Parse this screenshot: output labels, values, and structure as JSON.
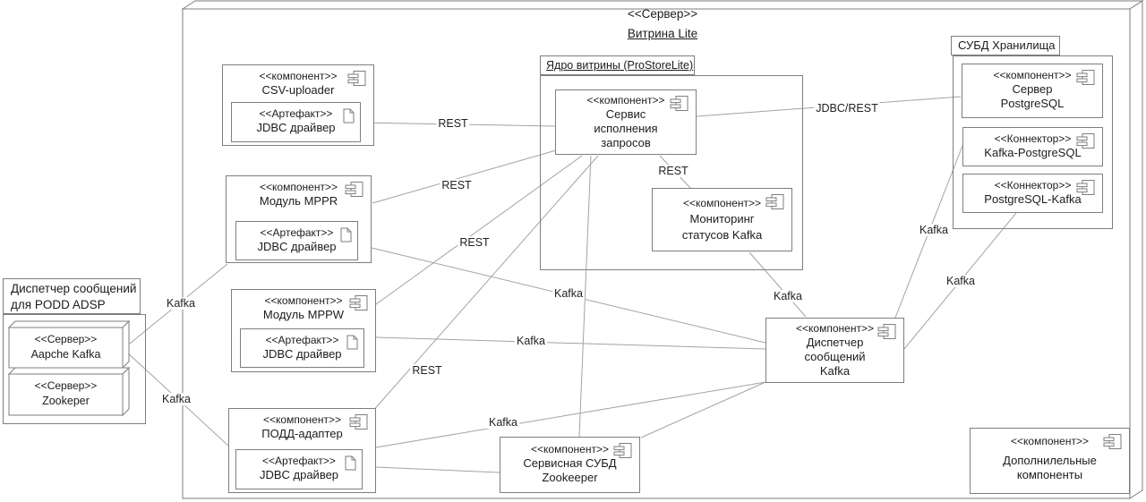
{
  "server": {
    "stereotype": "<<Сервер>>",
    "name": "Витрина Lite"
  },
  "left_group": {
    "title_lines": [
      "Диспетчер сообщений",
      "для PODD ADSP"
    ],
    "kafka_server": {
      "stereotype": "<<Сервер>>",
      "name": "Aapche Kafka"
    },
    "zookeeper_server": {
      "stereotype": "<<Сервер>>",
      "name": "Zookeper"
    }
  },
  "core_package": {
    "title": "Ядро витрины (ProStoreLite)"
  },
  "storage_package": {
    "title": "СУБД Хранилища"
  },
  "components": {
    "csv": {
      "stereotype": "<<компонент>>",
      "name": "CSV-uploader",
      "artifact": {
        "stereotype": "<<Артефакт>>",
        "name": "JDBC драйвер"
      }
    },
    "mppr": {
      "stereotype": "<<компонент>>",
      "name": "Модуль MPPR",
      "artifact": {
        "stereotype": "<<Артефакт>>",
        "name": "JDBC драйвер"
      }
    },
    "mppw": {
      "stereotype": "<<компонент>>",
      "name": "Модуль MPPW",
      "artifact": {
        "stereotype": "<<Артефакт>>",
        "name": "JDBC драйвер"
      }
    },
    "podd": {
      "stereotype": "<<компонент>>",
      "name": "ПОДД-адаптер",
      "artifact": {
        "stereotype": "<<Артефакт>>",
        "name": "JDBC драйвер"
      }
    },
    "exec_service": {
      "stereotype": "<<компонент>>",
      "name_lines": [
        "Сервис",
        "исполнения",
        "запросов"
      ]
    },
    "kafka_monitoring": {
      "stereotype": "<<компонент>>",
      "name_lines": [
        "Мониторинг",
        "статусов Kafka"
      ]
    },
    "pg_server": {
      "stereotype": "<<компонент>>",
      "name_lines": [
        "Сервер",
        "PostgreSQL"
      ]
    },
    "kafka_pg_connector": {
      "stereotype": "<<Коннектор>>",
      "name": "Kafka-PostgreSQL"
    },
    "pg_kafka_connector": {
      "stereotype": "<<Коннектор>>",
      "name": "PostgreSQL-Kafka"
    },
    "kafka_dispatcher": {
      "stereotype": "<<компонент>>",
      "name_lines": [
        "Диспетчер",
        "сообщений",
        "Kafka"
      ]
    },
    "service_db": {
      "stereotype": "<<компонент>>",
      "name_lines": [
        "Сервисная СУБД",
        "Zookeeper"
      ]
    },
    "additional": {
      "stereotype": "<<компонент>>",
      "name_lines": [
        "Дополнилельные",
        "компоненты"
      ]
    }
  },
  "edge_labels": [
    {
      "id": "rest-csv-exec",
      "text": "REST"
    },
    {
      "id": "rest-mppr-exec",
      "text": "REST"
    },
    {
      "id": "rest-mppw-exec",
      "text": "REST"
    },
    {
      "id": "rest-podd-exec",
      "text": "REST"
    },
    {
      "id": "jdbc-rest-exec-pg",
      "text": "JDBC/REST"
    },
    {
      "id": "rest-exec-monitoring",
      "text": "REST"
    },
    {
      "id": "kafka-mppr-dispatcher",
      "text": "Kafka"
    },
    {
      "id": "kafka-mppw-dispatcher",
      "text": "Kafka"
    },
    {
      "id": "kafka-podd-dispatcher",
      "text": "Kafka"
    },
    {
      "id": "kafka-monitoring-dispatcher",
      "text": "Kafka"
    },
    {
      "id": "kafka-kafkapg-dispatcher",
      "text": "Kafka"
    },
    {
      "id": "kafka-pgkafka-dispatcher",
      "text": "Kafka"
    },
    {
      "id": "kafka-apache-mppr",
      "text": "Kafka"
    },
    {
      "id": "kafka-apache-podd",
      "text": "Kafka"
    }
  ]
}
